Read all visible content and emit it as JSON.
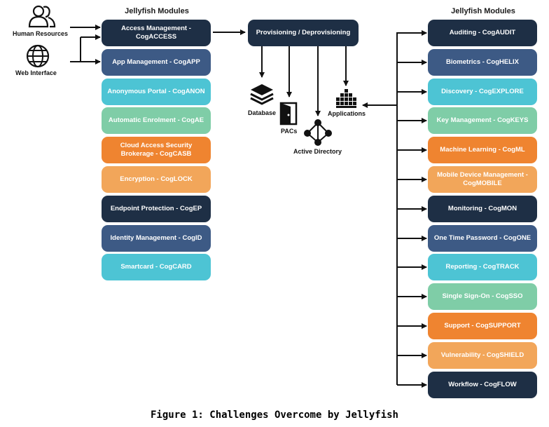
{
  "left_heading": "Jellyfish Modules",
  "right_heading": "Jellyfish Modules",
  "sources": {
    "hr": "Human Resources",
    "web": "Web Interface"
  },
  "left_modules": [
    {
      "label": "Access Management - CogACCESS",
      "color": "#1e2f45"
    },
    {
      "label": "App Management - CogAPP",
      "color": "#3d5a85"
    },
    {
      "label": "Anonymous Portal - CogANON",
      "color": "#4dc4d4"
    },
    {
      "label": "Automatic Enrolment - CogAE",
      "color": "#7fcda7"
    },
    {
      "label": "Cloud Access Security Brokerage - CogCASB",
      "color": "#ef8430"
    },
    {
      "label": "Encryption - CogLOCK",
      "color": "#f2a65a"
    },
    {
      "label": "Endpoint Protection - CogEP",
      "color": "#1e2f45"
    },
    {
      "label": "Identity Management - CogID",
      "color": "#3d5a85"
    },
    {
      "label": "Smartcard - CogCARD",
      "color": "#4dc4d4"
    }
  ],
  "provisioning": {
    "label": "Provisioning / Deprovisioning",
    "color": "#1e2f45"
  },
  "targets": {
    "database": "Database",
    "pacs": "PACs",
    "active_directory": "Active Directory",
    "applications": "Applications"
  },
  "right_modules": [
    {
      "label": "Auditing - CogAUDIT",
      "color": "#1e2f45"
    },
    {
      "label": "Biometrics - CogHELIX",
      "color": "#3d5a85"
    },
    {
      "label": "Discovery - CogEXPLORE",
      "color": "#4dc4d4"
    },
    {
      "label": "Key Management - CogKEYS",
      "color": "#7fcda7"
    },
    {
      "label": "Machine Learning - CogML",
      "color": "#ef8430"
    },
    {
      "label": "Mobile Device Management - CogMOBILE",
      "color": "#f2a65a"
    },
    {
      "label": "Monitoring - CogMON",
      "color": "#1e2f45"
    },
    {
      "label": "One Time Password - CogONE",
      "color": "#3d5a85"
    },
    {
      "label": "Reporting - CogTRACK",
      "color": "#4dc4d4"
    },
    {
      "label": "Single Sign-On - CogSSO",
      "color": "#7fcda7"
    },
    {
      "label": "Support - CogSUPPORT",
      "color": "#ef8430"
    },
    {
      "label": "Vulnerability - CogSHIELD",
      "color": "#f2a65a"
    },
    {
      "label": "Workflow - CogFLOW",
      "color": "#1e2f45"
    }
  ],
  "caption": "Figure 1: Challenges Overcome by Jellyfish"
}
